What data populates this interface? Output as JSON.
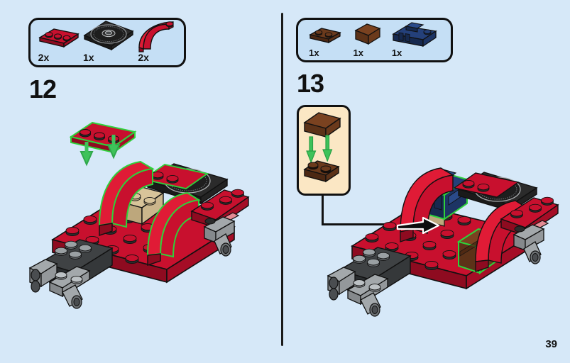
{
  "page": {
    "number": "39",
    "background_color": "#d6e8f8",
    "divider_color": "#1b1b1b"
  },
  "colors": {
    "page_bg": "#d6e8f8",
    "parts_box_bg": "#c5dff5",
    "callout_bg": "#fbe7c4",
    "outline": "#111111",
    "lego_red": "#c8102e",
    "lego_red_dark": "#8e0b20",
    "lego_red_light": "#e01b36",
    "lego_black": "#2b2b2b",
    "lego_dark_gray": "#3f4244",
    "lego_light_gray": "#a3a8ab",
    "lego_blue": "#1f3a70",
    "lego_brown": "#6b3a1c",
    "lego_tan": "#d8c49a",
    "highlight_green": "#2fd13b",
    "arrow_green": "#3ec25a"
  },
  "steps": [
    {
      "id": "step-12",
      "number": "12",
      "side": "left",
      "parts": [
        {
          "name": "plate-1x3-red",
          "quantity": "2x",
          "color": "#c8102e",
          "shape": "plate",
          "studs": 3
        },
        {
          "name": "turntable-record-plate-black",
          "quantity": "1x",
          "color": "#2b2b2b",
          "shape": "turntable",
          "studs": 0
        },
        {
          "name": "curved-slope-brick-red",
          "quantity": "2x",
          "color": "#c8102e",
          "shape": "curved-slope",
          "studs": 1
        }
      ],
      "assembly": {
        "name": "red-race-car-chassis-with-turntable",
        "new_part_label": "plate-1x3-red",
        "arrows": 2,
        "arrow_color": "#3ec25a",
        "highlight_color": "#2fd13b"
      }
    },
    {
      "id": "step-13",
      "number": "13",
      "side": "right",
      "parts": [
        {
          "name": "plate-1x2-brown",
          "quantity": "1x",
          "color": "#6b3a1c",
          "shape": "plate",
          "studs": 2
        },
        {
          "name": "slope-brick-brown",
          "quantity": "1x",
          "color": "#6b3a1c",
          "shape": "slope",
          "studs": 0
        },
        {
          "name": "brick-1x4-dark-blue",
          "quantity": "1x",
          "color": "#1f3a70",
          "shape": "detailed-brick",
          "studs": 4
        }
      ],
      "callout": {
        "name": "sub-assembly-callout",
        "background": "#fbe7c4",
        "arrows": 2,
        "arrow_color": "#3ec25a",
        "parts": [
          "slope-brick-brown",
          "plate-1x2-brown"
        ]
      },
      "assembly": {
        "name": "red-race-car-chassis-with-blue-and-brown-parts",
        "new_part_labels": [
          "brick-1x4-dark-blue",
          "brown-sub-assembly"
        ],
        "pointer_arrow": "black-arrow-pointing-right",
        "highlight_color": "#2fd13b"
      }
    }
  ]
}
